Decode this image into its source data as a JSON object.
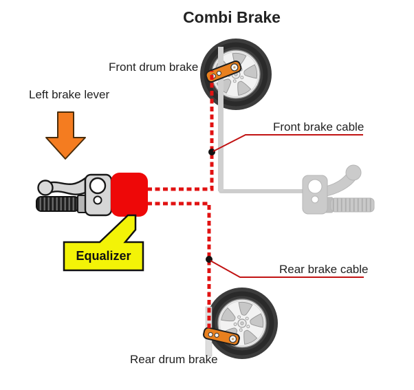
{
  "title": "Combi Brake",
  "labels": {
    "front_drum_brake": "Front drum brake",
    "left_brake_lever": "Left brake lever",
    "front_brake_cable": "Front brake cable",
    "rear_brake_cable": "Rear brake cable",
    "rear_drum_brake": "Rear drum brake",
    "equalizer": "Equalizer"
  },
  "colors": {
    "cable_dash_red": "#e11212",
    "equalizer_box_red": "#ee0808",
    "callout_yellow": "#f3f307",
    "arrow_orange": "#f47c20",
    "drum_lever_orange": "#e8801f",
    "inactive_gray": "#cbcbcb",
    "leader_line_red": "#c11212",
    "tire_dark": "#3c3c3c",
    "text": "#1f1f1f",
    "background": "#ffffff"
  }
}
